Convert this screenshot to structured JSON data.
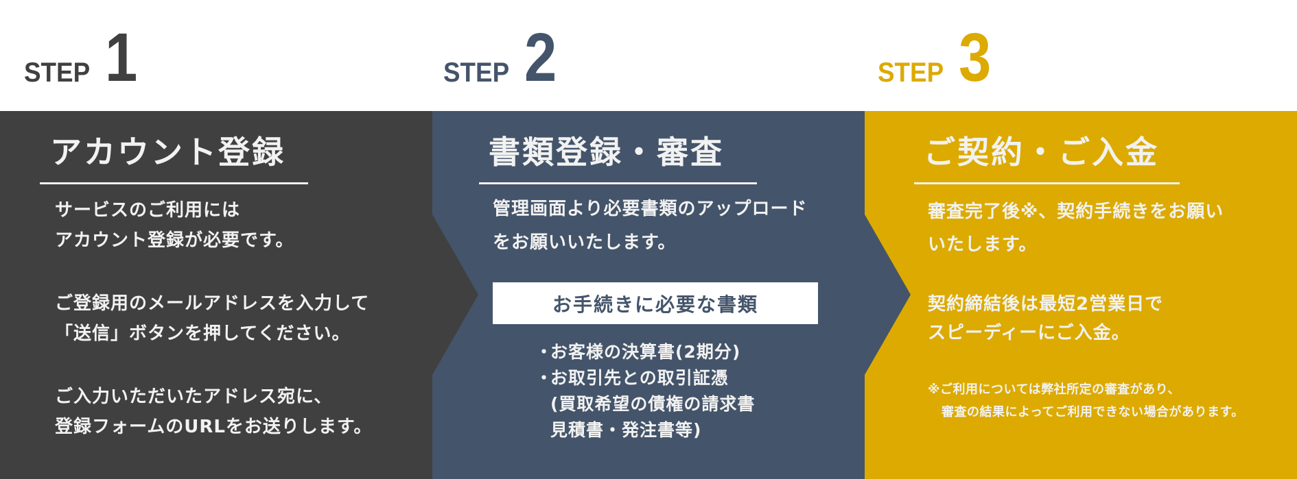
{
  "colors": {
    "step1": "#404040",
    "step2": "#44546a",
    "step3": "#dcaa00",
    "text_light": "#f2f2f2",
    "background": "#ffffff"
  },
  "steps": [
    {
      "step_word": "STEP",
      "number": "1",
      "title": "アカウント登録",
      "paragraphs": [
        [
          "サービスのご利用には",
          "アカウント登録が必要です。"
        ],
        [
          "ご登録用のメールアドレスを入力して",
          "「送信」ボタンを押してください。"
        ],
        [
          "ご入力いただいたアドレス宛に、",
          "登録フォームのURLをお送りします。"
        ]
      ]
    },
    {
      "step_word": "STEP",
      "number": "2",
      "title": "書類登録・審査",
      "intro": [
        "管理画面より必要書類のアップロード",
        "をお願いいたします。"
      ],
      "docs_box_label": "お手続きに必要な書類",
      "docs": [
        {
          "bullet": "・",
          "lines": [
            "お客様の決算書(2期分)"
          ]
        },
        {
          "bullet": "・",
          "lines": [
            "お取引先との取引証憑",
            "(買取希望の債権の請求書",
            "見積書・発注書等)"
          ]
        }
      ]
    },
    {
      "step_word": "STEP",
      "number": "3",
      "title": "ご契約・ご入金",
      "intro": [
        "審査完了後※、契約手続きをお願い",
        "いたします。"
      ],
      "speed": [
        "契約締結後は最短2営業日で",
        "スピーディーにご入金。"
      ],
      "footnote": [
        "※ご利用については弊社所定の審査があり、",
        "審査の結果によってご利用できない場合があります。"
      ]
    }
  ]
}
